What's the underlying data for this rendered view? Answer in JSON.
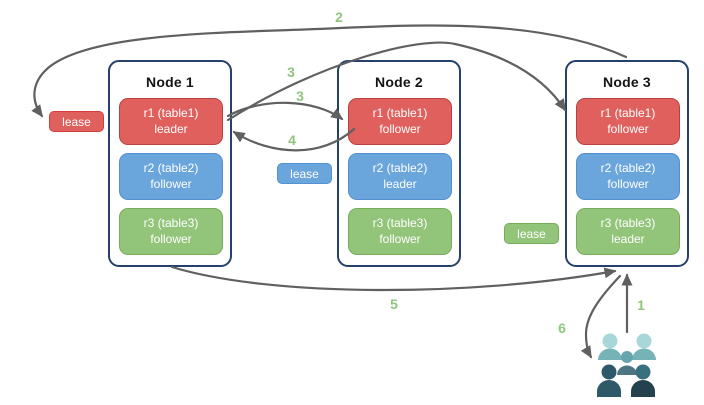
{
  "diagram": {
    "nodes": [
      {
        "title": "Node 1",
        "replicas": [
          {
            "name": "r1 (table1)",
            "role": "leader",
            "color": "#df605d"
          },
          {
            "name": "r2 (table2)",
            "role": "follower",
            "color": "#6aa5dc"
          },
          {
            "name": "r3 (table3)",
            "role": "follower",
            "color": "#92c579"
          }
        ]
      },
      {
        "title": "Node 2",
        "replicas": [
          {
            "name": "r1 (table1)",
            "role": "follower",
            "color": "#df605d"
          },
          {
            "name": "r2 (table2)",
            "role": "leader",
            "color": "#6aa5dc"
          },
          {
            "name": "r3 (table3)",
            "role": "follower",
            "color": "#92c579"
          }
        ]
      },
      {
        "title": "Node 3",
        "replicas": [
          {
            "name": "r1 (table1)",
            "role": "follower",
            "color": "#df605d"
          },
          {
            "name": "r2 (table2)",
            "role": "follower",
            "color": "#6aa5dc"
          },
          {
            "name": "r3 (table3)",
            "role": "leader",
            "color": "#92c579"
          }
        ]
      }
    ],
    "leases": {
      "red": {
        "label": "lease",
        "color": "#df615e"
      },
      "blue": {
        "label": "lease",
        "color": "#6aa5dc"
      },
      "green": {
        "label": "lease",
        "color": "#92c579"
      }
    },
    "steps": {
      "s1": "1",
      "s2": "2",
      "s3a": "3",
      "s3b": "3",
      "s4": "4",
      "s5": "5",
      "s6": "6"
    },
    "icons": {
      "clients": "people-group-icon"
    },
    "colors": {
      "node_border": "#25416b",
      "arrow": "#606060",
      "step_label": "#8fc57d",
      "replica_red": "#df605d",
      "replica_blue": "#6aa5dc",
      "replica_green": "#92c579",
      "people_light": "#a9d6d8",
      "people_mid": "#76b3b7",
      "people_dark": "#2e5968",
      "people_navy": "#24414e"
    }
  }
}
